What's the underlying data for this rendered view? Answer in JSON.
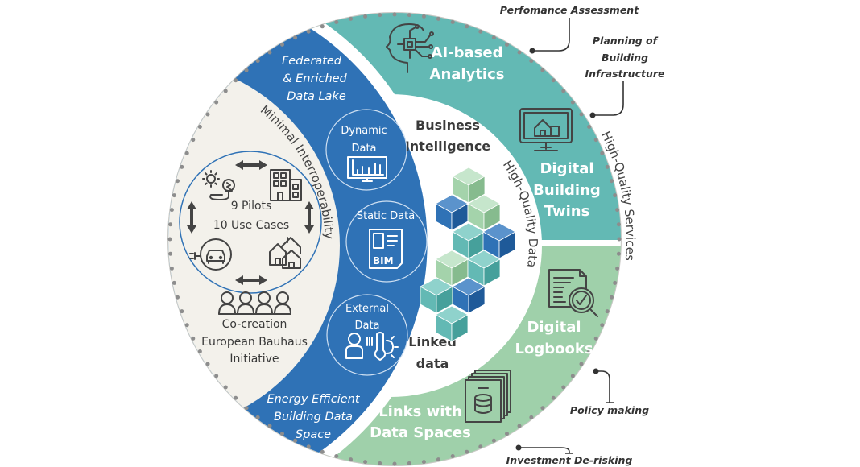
{
  "colors": {
    "teal": "#63b9b4",
    "green": "#9fd0aa",
    "blue": "#2f72b6",
    "beige": "#f3f1eb",
    "dark": "#3a3a3a"
  },
  "callouts": {
    "performance": "Perfomance Assessment",
    "planning": [
      "Planning of",
      "Building",
      "Infrastructure"
    ],
    "policy": "Policy making",
    "investment": "Investment De-risking"
  },
  "ring_label": "High-Quality Services",
  "services": {
    "ai": [
      "AI-based",
      "Analytics"
    ],
    "twins": [
      "Digital",
      "Building",
      "Twins"
    ],
    "logbooks": [
      "Digital",
      "Logbooks"
    ],
    "links": [
      "Links with",
      "Data Spaces"
    ]
  },
  "core": {
    "bi": [
      "Business",
      "Intelligence"
    ],
    "hq_data": "High-Quality Data",
    "linked": [
      "Linked",
      "data"
    ]
  },
  "data_space": {
    "top": [
      "Federated",
      "& Enriched",
      "Data Lake"
    ],
    "bottom": [
      "Energy Efficient",
      "Building Data",
      "Space"
    ],
    "dynamic": [
      "Dynamic",
      "Data"
    ],
    "static": "Static Data",
    "static_icon_label": "BIM",
    "external": [
      "External",
      "Data"
    ]
  },
  "pilots": {
    "interop": "Minimal Interroperability",
    "count": "9 Pilots",
    "use_cases": "10 Use Cases",
    "cocreation": "Co-creation",
    "bauhaus": [
      "European Bauhaus",
      "Initiative"
    ]
  },
  "icons": [
    "brain-chip-icon",
    "monitor-house-icon",
    "document-magnifier-icon",
    "database-stack-icon",
    "chart-monitor-icon",
    "bim-document-icon",
    "person-thermometer-icon",
    "sun-bulb-icon",
    "building-icon",
    "car-charger-icon",
    "houses-icon",
    "people-icon",
    "double-arrow-icon",
    "cube-stack-icon"
  ]
}
